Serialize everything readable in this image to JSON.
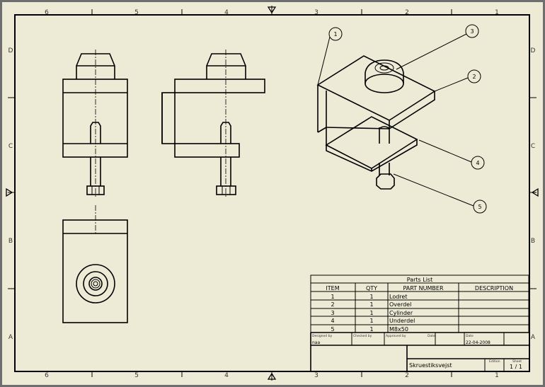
{
  "zones": {
    "columns": [
      "6",
      "5",
      "4",
      "3",
      "2",
      "1"
    ],
    "rows": [
      "D",
      "C",
      "B",
      "A"
    ]
  },
  "balloons": [
    "1",
    "2",
    "3",
    "4",
    "5"
  ],
  "parts_list": {
    "title": "Parts List",
    "headers": [
      "ITEM",
      "QTY",
      "PART NUMBER",
      "DESCRIPTION"
    ],
    "rows": [
      [
        "1",
        "1",
        "Lodret",
        ""
      ],
      [
        "2",
        "1",
        "Overdel",
        ""
      ],
      [
        "3",
        "1",
        "Cylinder",
        ""
      ],
      [
        "4",
        "1",
        "Underdel",
        ""
      ],
      [
        "5",
        "1",
        "M8x50",
        ""
      ]
    ]
  },
  "title_block": {
    "designed_by_label": "Designed by",
    "designed_by": "naa",
    "checked_by_label": "Checked by",
    "approved_by_label": "Approved by",
    "date_label": "Date",
    "date_label2": "Date",
    "date": "22-04-2008",
    "title": "Skruestiksvejst",
    "edition_label": "Edition",
    "sheet_label": "Sheet",
    "sheet": "1 / 1"
  }
}
